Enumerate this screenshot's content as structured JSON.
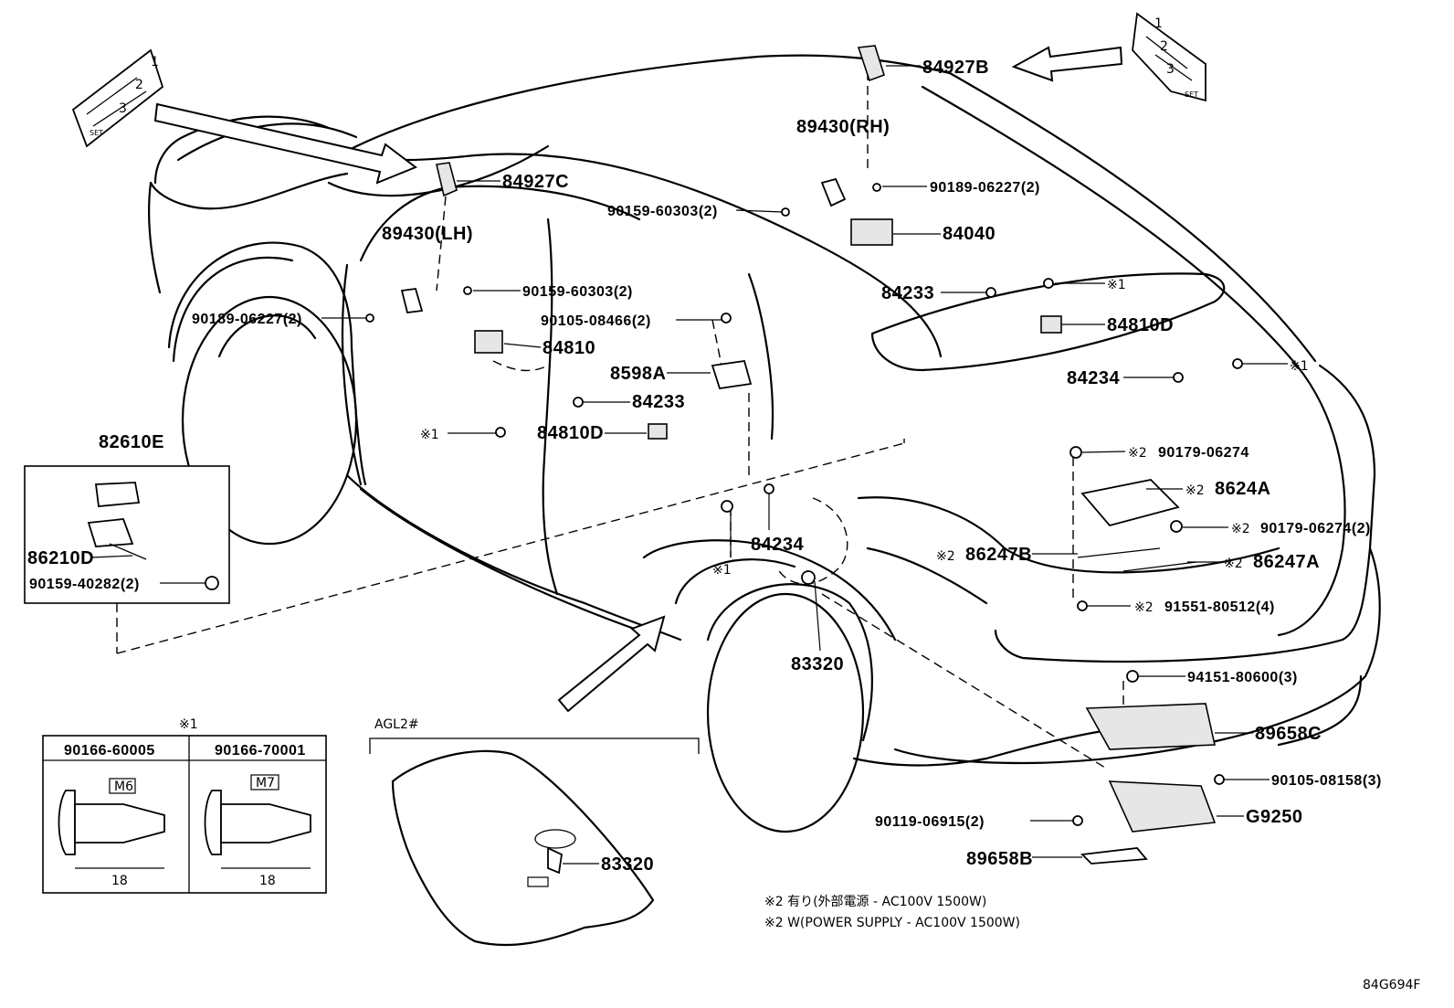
{
  "diagram": {
    "drawing_number": "84G694F",
    "labels": {
      "p84927B": "84927B",
      "p84927C": "84927C",
      "p89430RH": "89430(RH)",
      "p89430LH": "89430(LH)",
      "p90189_rh": "90189-06227(2)",
      "p90189_lh": "90189-06227(2)",
      "p90159_rh": "90159-60303(2)",
      "p90159_lh": "90159-60303(2)",
      "p84040": "84040",
      "p84233_rear": "84233",
      "p84233_front": "84233",
      "p84810D_rear": "84810D",
      "p84810D_front": "84810D",
      "p84234_rear": "84234",
      "p84234_mid": "84234",
      "p90105_08466": "90105-08466(2)",
      "p84810": "84810",
      "p8598A": "8598A",
      "p82610E": "82610E",
      "p86210D": "86210D",
      "p90159_40282": "90159-40282(2)",
      "p90179_a": "90179-06274",
      "p90179_b": "90179-06274(2)",
      "p8624A": "8624A",
      "p86247B": "86247B",
      "p86247A": "86247A",
      "p91551": "91551-80512(4)",
      "p94151": "94151-80600(3)",
      "p89658C": "89658C",
      "p90105_08158": "90105-08158(3)",
      "pG9250": "G9250",
      "p90119": "90119-06915(2)",
      "p89658B": "89658B",
      "p83320_car": "83320",
      "p83320_agl": "83320"
    },
    "marks": {
      "m1": "※1",
      "m2": "※2"
    },
    "switch_panel": {
      "btn1": "1",
      "btn2": "2",
      "btn3": "3",
      "set": "SET"
    },
    "bolt_table": {
      "title": "※1",
      "col1": "90166-60005",
      "col2": "90166-70001",
      "thread1": "M6",
      "thread2": "M7",
      "len1": "18",
      "len2": "18"
    },
    "agl": {
      "label": "AGL2#"
    },
    "footnotes": {
      "line1": "※2 有り(外部電源 - AC100V 1500W)",
      "line2": "※2 W(POWER SUPPLY - AC100V 1500W)"
    }
  }
}
